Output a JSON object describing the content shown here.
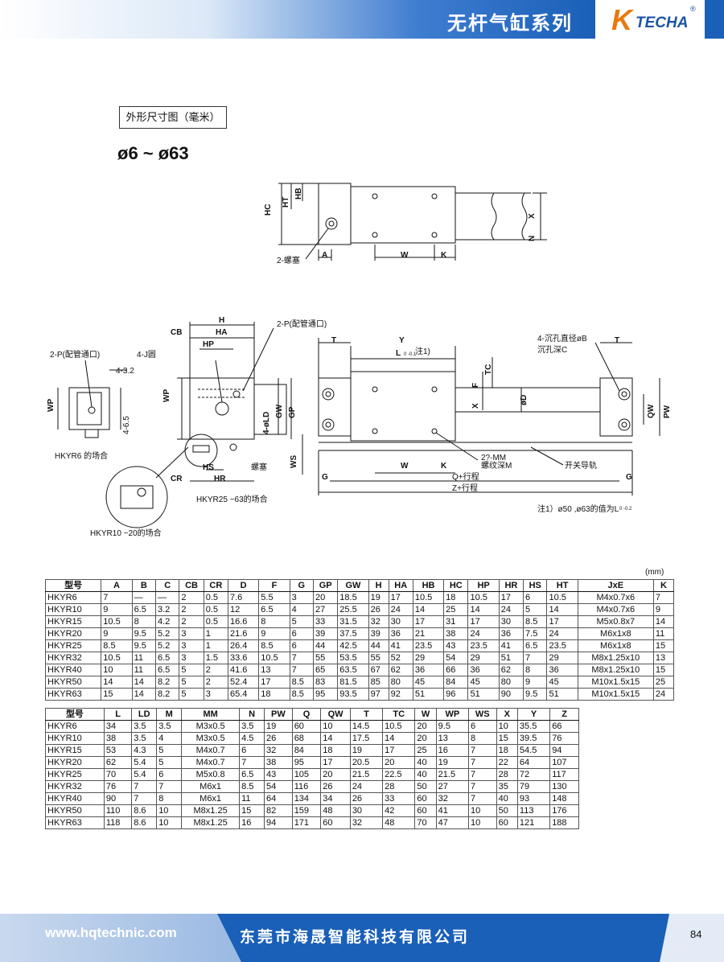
{
  "header": {
    "title": "无杆气缸系列",
    "logo_k": "K",
    "logo_text": "TECHA",
    "logo_mark": "®"
  },
  "section": {
    "title": "外形尺寸图（毫米）",
    "range": "ø6 ~ ø63"
  },
  "drawing_labels": {
    "hc": "HC",
    "ht": "HT",
    "hb": "HB",
    "x": "X",
    "n": "N",
    "a": "A",
    "w": "W",
    "k": "K",
    "plug": "2-螺塞",
    "p_port_left": "2-P(配管通口)",
    "dim_43": "4-3.2",
    "dim_465": "4-6.5",
    "wp": "WP",
    "hkyr6": "HKYR6 的场合",
    "h": "H",
    "ha": "HA",
    "cb": "CB",
    "hp": "HP",
    "j": "4-J圆",
    "p_port_mid": "2-P(配管通口)",
    "ld": "4-øLD",
    "gw": "GW",
    "gp": "GP",
    "ws": "WS",
    "hs": "HS",
    "hr": "HR",
    "cr": "CR",
    "plug2": "螺塞",
    "hkyr25": "HKYR25 ~63的场合",
    "hkyr10": "HKYR10 ~20的场合",
    "t": "T",
    "y": "Y",
    "l": "L",
    "l_tol": "0 -0.1",
    "note_ref": "注1)",
    "tc": "TC",
    "f": "F",
    "d": "øD",
    "counterbore": "4-沉孔直径øB",
    "counterbore_depth": "沉孔深C",
    "qw": "QW",
    "pw": "PW",
    "mm_thread": "2?-MM",
    "thread_depth": "螺纹深M",
    "switch_rail": "开关导轨",
    "g": "G",
    "q_stroke": "Q+行程",
    "z_stroke": "Z+行程",
    "note": "注1）ø50 ,ø63的值为L",
    "note_tol": "0 -0.2"
  },
  "tables": {
    "unit": "(mm)",
    "table1": {
      "headers": [
        "型号",
        "A",
        "B",
        "C",
        "CB",
        "CR",
        "D",
        "F",
        "G",
        "GP",
        "GW",
        "H",
        "HA",
        "HB",
        "HC",
        "HP",
        "HR",
        "HS",
        "HT",
        "JxE",
        "K"
      ],
      "rows": [
        [
          "HKYR6",
          "7",
          "—",
          "—",
          "2",
          "0.5",
          "7.6",
          "5.5",
          "3",
          "20",
          "18.5",
          "19",
          "17",
          "10.5",
          "18",
          "10.5",
          "17",
          "6",
          "10.5",
          "M4x0.7x6",
          "7"
        ],
        [
          "HKYR10",
          "9",
          "6.5",
          "3.2",
          "2",
          "0.5",
          "12",
          "6.5",
          "4",
          "27",
          "25.5",
          "26",
          "24",
          "14",
          "25",
          "14",
          "24",
          "5",
          "14",
          "M4x0.7x6",
          "9"
        ],
        [
          "HKYR15",
          "10.5",
          "8",
          "4.2",
          "2",
          "0.5",
          "16.6",
          "8",
          "5",
          "33",
          "31.5",
          "32",
          "30",
          "17",
          "31",
          "17",
          "30",
          "8.5",
          "17",
          "M5x0.8x7",
          "14"
        ],
        [
          "HKYR20",
          "9",
          "9.5",
          "5.2",
          "3",
          "1",
          "21.6",
          "9",
          "6",
          "39",
          "37.5",
          "39",
          "36",
          "21",
          "38",
          "24",
          "36",
          "7.5",
          "24",
          "M6x1x8",
          "11"
        ],
        [
          "HKYR25",
          "8.5",
          "9.5",
          "5.2",
          "3",
          "1",
          "26.4",
          "8.5",
          "6",
          "44",
          "42.5",
          "44",
          "41",
          "23.5",
          "43",
          "23.5",
          "41",
          "6.5",
          "23.5",
          "M6x1x8",
          "15"
        ],
        [
          "HKYR32",
          "10.5",
          "11",
          "6.5",
          "3",
          "1.5",
          "33.6",
          "10.5",
          "7",
          "55",
          "53.5",
          "55",
          "52",
          "29",
          "54",
          "29",
          "51",
          "7",
          "29",
          "M8x1.25x10",
          "13"
        ],
        [
          "HKYR40",
          "10",
          "11",
          "6.5",
          "5",
          "2",
          "41.6",
          "13",
          "7",
          "65",
          "63.5",
          "67",
          "62",
          "36",
          "66",
          "36",
          "62",
          "8",
          "36",
          "M8x1.25x10",
          "15"
        ],
        [
          "HKYR50",
          "14",
          "14",
          "8.2",
          "5",
          "2",
          "52.4",
          "17",
          "8.5",
          "83",
          "81.5",
          "85",
          "80",
          "45",
          "84",
          "45",
          "80",
          "9",
          "45",
          "M10x1.5x15",
          "25"
        ],
        [
          "HKYR63",
          "15",
          "14",
          "8.2",
          "5",
          "3",
          "65.4",
          "18",
          "8.5",
          "95",
          "93.5",
          "97",
          "92",
          "51",
          "96",
          "51",
          "90",
          "9.5",
          "51",
          "M10x1.5x15",
          "24"
        ]
      ]
    },
    "table2": {
      "headers": [
        "型号",
        "L",
        "LD",
        "M",
        "MM",
        "N",
        "PW",
        "Q",
        "QW",
        "T",
        "TC",
        "W",
        "WP",
        "WS",
        "X",
        "Y",
        "Z"
      ],
      "rows": [
        [
          "HKYR6",
          "34",
          "3.5",
          "3.5",
          "M3x0.5",
          "3.5",
          "19",
          "60",
          "10",
          "14.5",
          "10.5",
          "20",
          "9.5",
          "6",
          "10",
          "35.5",
          "66"
        ],
        [
          "HKYR10",
          "38",
          "3.5",
          "4",
          "M3x0.5",
          "4.5",
          "26",
          "68",
          "14",
          "17.5",
          "14",
          "20",
          "13",
          "8",
          "15",
          "39.5",
          "76"
        ],
        [
          "HKYR15",
          "53",
          "4.3",
          "5",
          "M4x0.7",
          "6",
          "32",
          "84",
          "18",
          "19",
          "17",
          "25",
          "16",
          "7",
          "18",
          "54.5",
          "94"
        ],
        [
          "HKYR20",
          "62",
          "5.4",
          "5",
          "M4x0.7",
          "7",
          "38",
          "95",
          "17",
          "20.5",
          "20",
          "40",
          "19",
          "7",
          "22",
          "64",
          "107"
        ],
        [
          "HKYR25",
          "70",
          "5.4",
          "6",
          "M5x0.8",
          "6.5",
          "43",
          "105",
          "20",
          "21.5",
          "22.5",
          "40",
          "21.5",
          "7",
          "28",
          "72",
          "117"
        ],
        [
          "HKYR32",
          "76",
          "7",
          "7",
          "M6x1",
          "8.5",
          "54",
          "116",
          "26",
          "24",
          "28",
          "50",
          "27",
          "7",
          "35",
          "79",
          "130"
        ],
        [
          "HKYR40",
          "90",
          "7",
          "8",
          "M6x1",
          "11",
          "64",
          "134",
          "34",
          "26",
          "33",
          "60",
          "32",
          "7",
          "40",
          "93",
          "148"
        ],
        [
          "HKYR50",
          "110",
          "8.6",
          "10",
          "M8x1.25",
          "15",
          "82",
          "159",
          "48",
          "30",
          "42",
          "60",
          "41",
          "10",
          "50",
          "113",
          "176"
        ],
        [
          "HKYR63",
          "118",
          "8.6",
          "10",
          "M8x1.25",
          "16",
          "94",
          "171",
          "60",
          "32",
          "48",
          "70",
          "47",
          "10",
          "60",
          "121",
          "188"
        ]
      ]
    }
  },
  "footer": {
    "url": "www.hqtechnic.com",
    "company": "东莞市海晟智能科技有限公司",
    "page": "84"
  }
}
